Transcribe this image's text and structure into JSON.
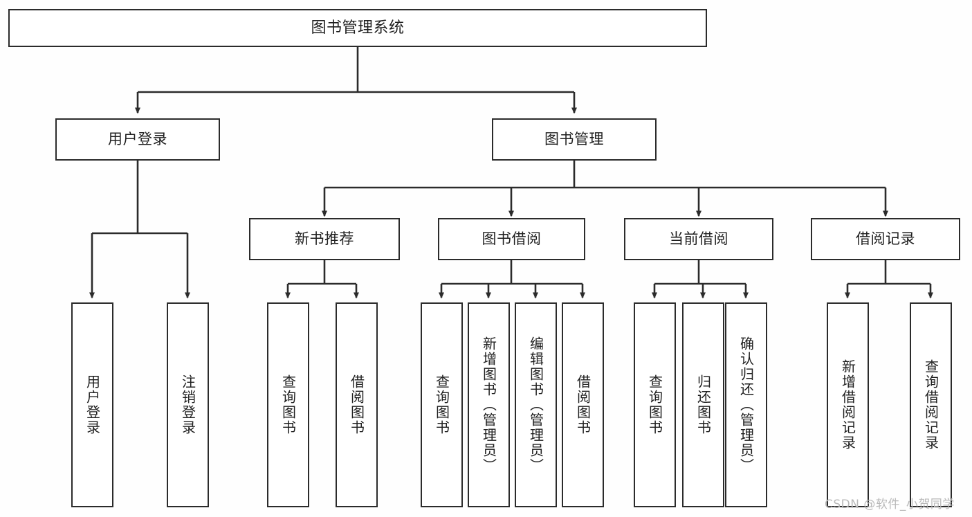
{
  "diagram": {
    "type": "tree-hierarchy-chart",
    "title_text": "图书管理系统",
    "watermark": "CSDN @软件_小贺同学",
    "colors": {
      "stroke": "#2b2b2b",
      "fill": "#ffffff",
      "text": "#1f1f1f",
      "watermark": "#b9b9b9",
      "background": "#fefefe"
    },
    "nodes": {
      "root": {
        "label": "图书管理系统"
      },
      "level1": [
        {
          "id": "user-login",
          "label": "用户登录"
        },
        {
          "id": "book-management",
          "label": "图书管理"
        }
      ],
      "level2": [
        {
          "id": "new-book-recommend",
          "label": "新书推荐"
        },
        {
          "id": "book-borrow",
          "label": "图书借阅"
        },
        {
          "id": "current-borrow",
          "label": "当前借阅"
        },
        {
          "id": "borrow-record",
          "label": "借阅记录"
        }
      ],
      "leaves": {
        "user_login": [
          {
            "id": "leaf-user-login",
            "label": "用户登录"
          },
          {
            "id": "leaf-logout-login",
            "label": "注销登录"
          }
        ],
        "new_book_recommend": [
          {
            "id": "leaf-query-book-1",
            "label": "查询图书"
          },
          {
            "id": "leaf-borrow-book-1",
            "label": "借阅图书"
          }
        ],
        "book_borrow": [
          {
            "id": "leaf-query-book-2",
            "label": "查询图书"
          },
          {
            "id": "leaf-add-book",
            "label": "新增图书（管理员）"
          },
          {
            "id": "leaf-edit-book",
            "label": "编辑图书（管理员）"
          },
          {
            "id": "leaf-borrow-book-2",
            "label": "借阅图书"
          }
        ],
        "current_borrow": [
          {
            "id": "leaf-query-book-3",
            "label": "查询图书"
          },
          {
            "id": "leaf-return-book",
            "label": "归还图书"
          },
          {
            "id": "leaf-confirm-return",
            "label": "确认归还（管理员）"
          }
        ],
        "borrow_record": [
          {
            "id": "leaf-add-record",
            "label": "新增借阅记录"
          },
          {
            "id": "leaf-query-record",
            "label": "查询借阅记录"
          }
        ]
      }
    }
  }
}
